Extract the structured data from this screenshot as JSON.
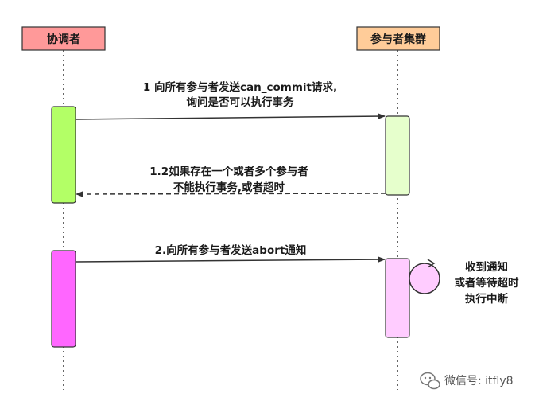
{
  "participants": {
    "coordinator": {
      "label": "协调者",
      "fill": "#ff9999"
    },
    "cluster": {
      "label": "参与者集群",
      "fill": "#ffcc99"
    }
  },
  "messages": {
    "m1": {
      "lines": [
        "1 向所有参与者发送can_commit请求,",
        "询问是否可以执行事务"
      ]
    },
    "m12": {
      "lines": [
        "1.2如果存在一个或者多个参与者",
        "不能执行事务,或者超时"
      ]
    },
    "m2": {
      "lines": [
        "2.向所有参与者发送abort通知"
      ]
    }
  },
  "note": {
    "lines": [
      "收到通知",
      "或者等待超时",
      "执行中断"
    ]
  },
  "activations": {
    "coordinator_1_fill": "#b3ff66",
    "coordinator_2_fill": "#ff66ff",
    "cluster_1_fill": "#e6ffcc",
    "cluster_2_fill": "#ffccff",
    "self_loop_fill": "#ffccff"
  },
  "watermark": {
    "text": "微信号: itfly8",
    "icon": "wechat-icon"
  }
}
